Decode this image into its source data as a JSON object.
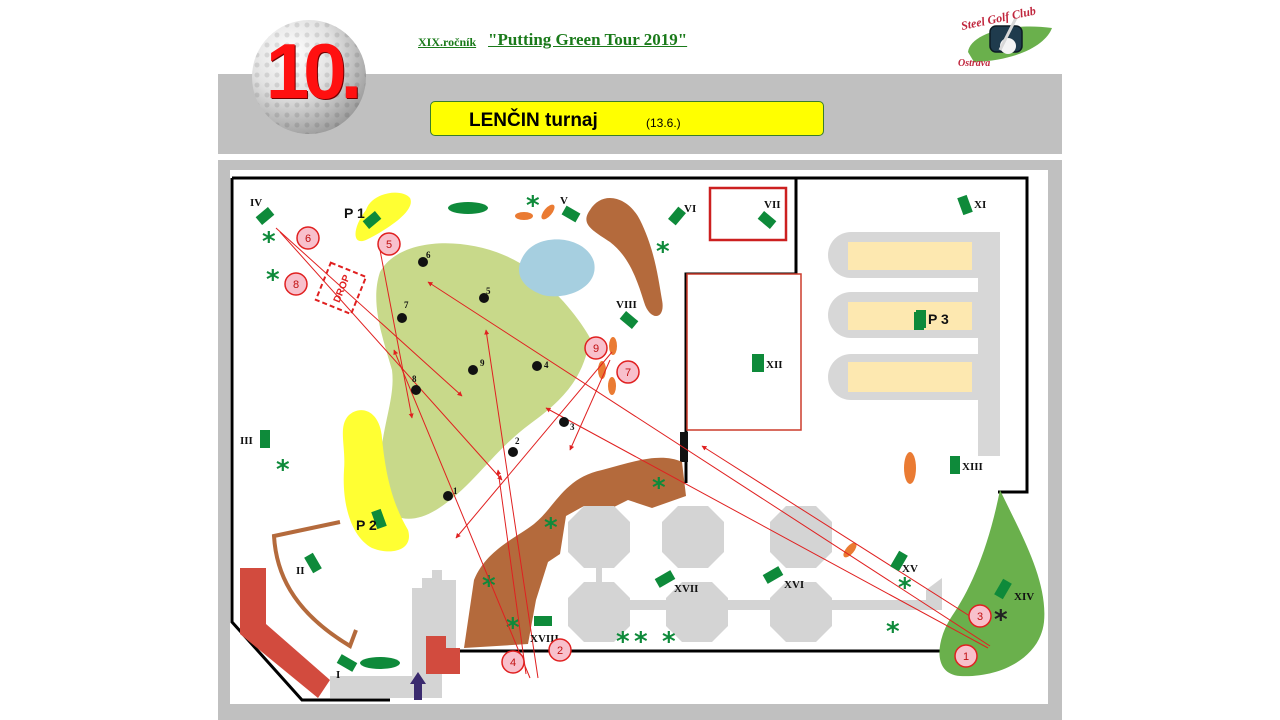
{
  "header": {
    "number": "10.",
    "edition": "XIX.ročník",
    "tour_name": "\"Putting Green Tour 2019\"",
    "tournament_name": "LENČIN turnaj",
    "tournament_date": "(13.6.)"
  },
  "logo": {
    "line1": "Steel Golf Club",
    "line2": "Ostrava"
  },
  "map": {
    "drop_label": "DROP",
    "parking": [
      "P 1",
      "P 2",
      "P 3"
    ],
    "hole_labels": [
      "I",
      "II",
      "III",
      "IV",
      "V",
      "VI",
      "VII",
      "VIII",
      "XI",
      "XII",
      "XIII",
      "XIV",
      "XV",
      "XVI",
      "XVII",
      "XVIII"
    ],
    "green_holes": [
      "1",
      "2",
      "3",
      "4",
      "5",
      "6",
      "7",
      "8",
      "9"
    ],
    "tee_markers": [
      "1",
      "2",
      "3",
      "4",
      "5",
      "6",
      "7",
      "8",
      "9"
    ]
  },
  "colors": {
    "accent_green": "#1a7a1a",
    "title_box": "#ffff00",
    "marker_pink": "#f8c0cc",
    "marker_red": "#e02020",
    "flag_green": "#0e8a3a",
    "putting_green": "#c8d98a",
    "bunker_yellow": "#ffff33",
    "path_brown": "#b46a3c",
    "pond_blue": "#a6cfe0"
  }
}
